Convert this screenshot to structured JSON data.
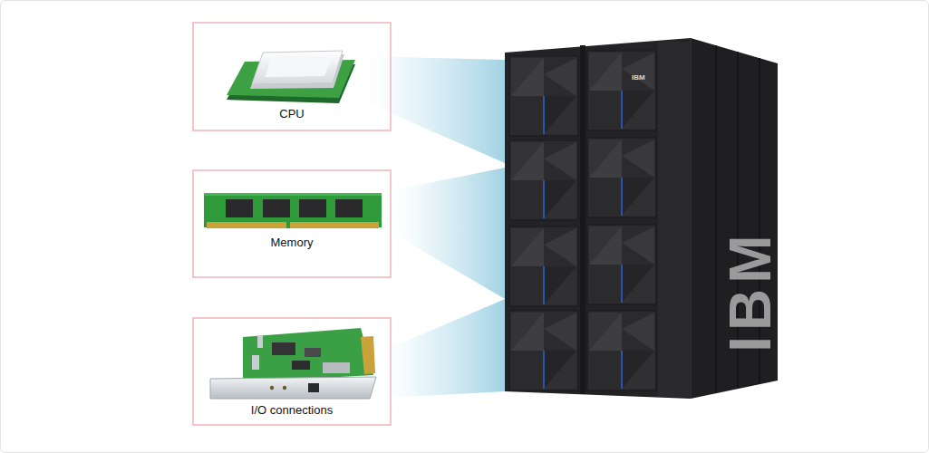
{
  "diagram": {
    "nodes": [
      {
        "text": [
          "CPU"
        ]
      },
      {
        "text": [
          "Memory"
        ]
      },
      {
        "text": [
          "I/O connections"
        ]
      }
    ],
    "labels": [
      "IBM",
      "IBM"
    ]
  }
}
